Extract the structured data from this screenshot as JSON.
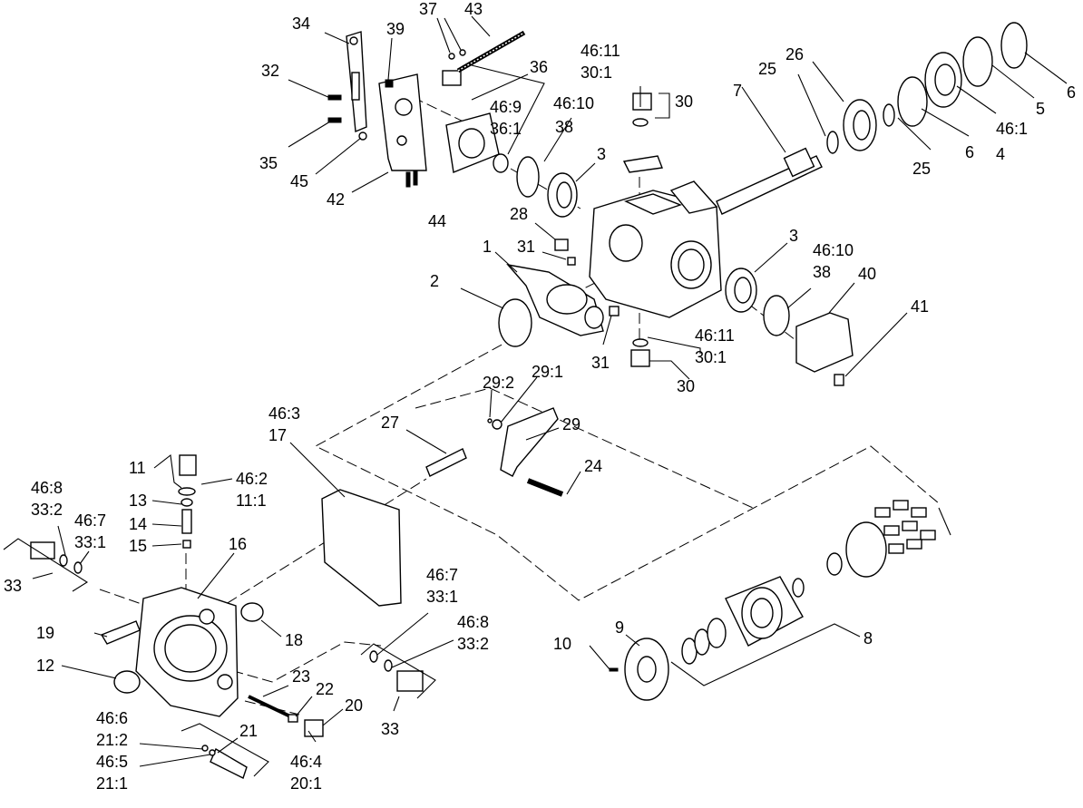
{
  "labels": {
    "p1": "1",
    "p2": "2",
    "p3a": "3",
    "p3b": "3",
    "p4": "4",
    "p5": "5",
    "p6a": "6",
    "p6b": "6",
    "p7": "7",
    "p8": "8",
    "p9": "9",
    "p10": "10",
    "p11": "11",
    "p12": "12",
    "p13": "13",
    "p14": "14",
    "p15": "15",
    "p16": "16",
    "p17": "17",
    "p18": "18",
    "p19": "19",
    "p20": "20",
    "p21": "21",
    "p22": "22",
    "p23": "23",
    "p24": "24",
    "p25a": "25",
    "p25b": "25",
    "p26": "26",
    "p27": "27",
    "p28": "28",
    "p29": "29",
    "p30a": "30",
    "p30b": "30",
    "p31a": "31",
    "p31b": "31",
    "p32": "32",
    "p33a": "33",
    "p33b": "33",
    "p34": "34",
    "p35": "35",
    "p36": "36",
    "p37": "37",
    "p38a": "38",
    "p38b": "38",
    "p39": "39",
    "p40": "40",
    "p41": "41",
    "p42": "42",
    "p43": "43",
    "p44": "44",
    "p45": "45",
    "r46_1": "46:1",
    "r46_2": "46:2",
    "r46_3": "46:3",
    "r46_4": "46:4",
    "r46_5": "46:5",
    "r46_6": "46:6",
    "r46_7a": "46:7",
    "r46_7b": "46:7",
    "r46_8a": "46:8",
    "r46_8b": "46:8",
    "r46_9": "46:9",
    "r46_10a": "46:10",
    "r46_10b": "46:10",
    "r46_11a": "46:11",
    "r46_11b": "46:11",
    "r11_1": "11:1",
    "r20_1": "20:1",
    "r21_1": "21:1",
    "r21_2": "21:2",
    "r29_1": "29:1",
    "r29_2": "29:2",
    "r30_1a": "30:1",
    "r30_1b": "30:1",
    "r33_1a": "33:1",
    "r33_1b": "33:1",
    "r33_2a": "33:2",
    "r33_2b": "33:2",
    "r36_1": "36:1"
  }
}
